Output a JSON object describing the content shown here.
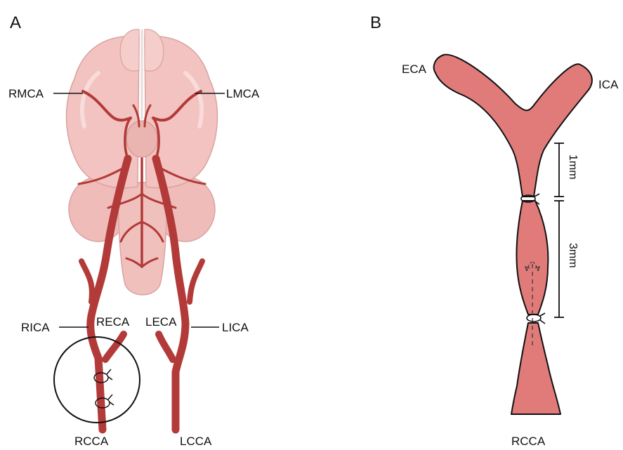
{
  "panels": {
    "a": {
      "letter": "A",
      "labels": {
        "rmca": "RMCA",
        "lmca": "LMCA",
        "rica": "RICA",
        "reca": "RECA",
        "leca": "LECA",
        "lica": "LICA",
        "rcca": "RCCA",
        "lcca": "LCCA"
      }
    },
    "b": {
      "letter": "B",
      "labels": {
        "eca": "ECA",
        "ica": "ICA",
        "rcca": "RCCA"
      },
      "measurements": {
        "upper": "1mm",
        "lower": "3mm"
      }
    }
  },
  "colors": {
    "brain_fill": "#f2c3c0",
    "brain_stroke": "#d9a3a0",
    "artery": "#b23a38",
    "artery_dark": "#8f2a29",
    "vessel_fill": "#e07b7a",
    "outline": "#111111"
  }
}
